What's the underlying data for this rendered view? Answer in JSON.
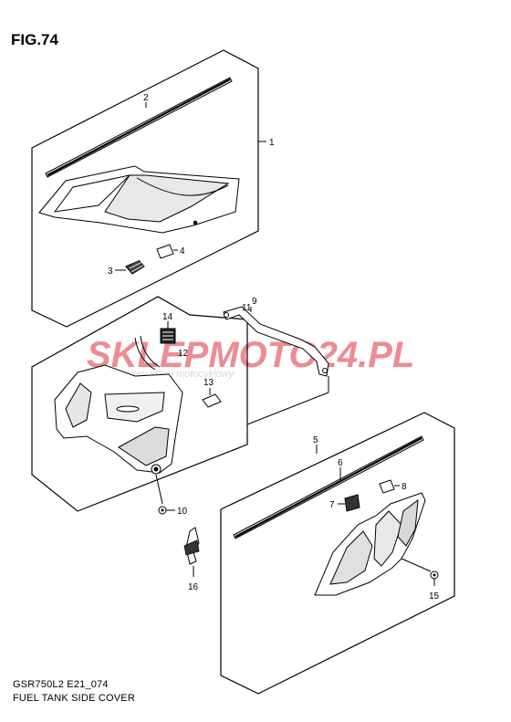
{
  "figure": {
    "title": "FIG.74"
  },
  "footer": {
    "code": "GSR750L2 E21_074",
    "caption": "FUEL TANK SIDE COVER"
  },
  "watermark": {
    "brand": "SKLEPMOTO24.PL",
    "tagline": "internetowy sklep motocyklowy"
  },
  "callouts": {
    "c1": "1",
    "c2": "2",
    "c3": "3",
    "c4": "4",
    "c5": "5",
    "c6": "6",
    "c7": "7",
    "c8": "8",
    "c9": "9",
    "c10": "10",
    "c11": "11",
    "c12": "12",
    "c13": "13",
    "c14": "14",
    "c15": "15",
    "c16": "16"
  },
  "colors": {
    "line": "#000000",
    "watermark_red": "#e0303a",
    "watermark_grey": "#b8b8b8"
  }
}
